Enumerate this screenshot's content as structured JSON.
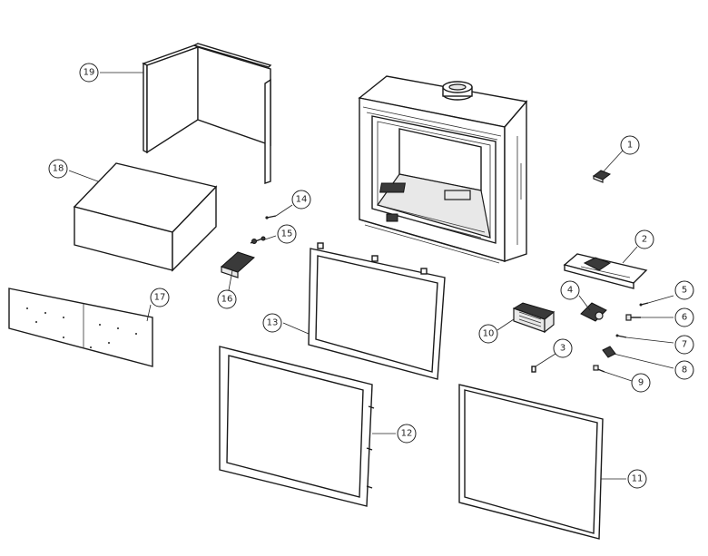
{
  "callouts": [
    {
      "id": "c1",
      "label": "1"
    },
    {
      "id": "c2",
      "label": "2"
    },
    {
      "id": "c3",
      "label": "3"
    },
    {
      "id": "c4",
      "label": "4"
    },
    {
      "id": "c5",
      "label": "5"
    },
    {
      "id": "c6",
      "label": "6"
    },
    {
      "id": "c7",
      "label": "7"
    },
    {
      "id": "c8",
      "label": "8"
    },
    {
      "id": "c9",
      "label": "9"
    },
    {
      "id": "c10",
      "label": "10"
    },
    {
      "id": "c11",
      "label": "11"
    },
    {
      "id": "c12",
      "label": "12"
    },
    {
      "id": "c13",
      "label": "13"
    },
    {
      "id": "c14",
      "label": "14"
    },
    {
      "id": "c15",
      "label": "15"
    },
    {
      "id": "c16",
      "label": "16"
    },
    {
      "id": "c17",
      "label": "17"
    },
    {
      "id": "c18",
      "label": "18"
    },
    {
      "id": "c19",
      "label": "19"
    }
  ],
  "colors": {
    "line": "#1a1a1a",
    "background": "#ffffff",
    "dark_part": "#3a3a3a"
  }
}
